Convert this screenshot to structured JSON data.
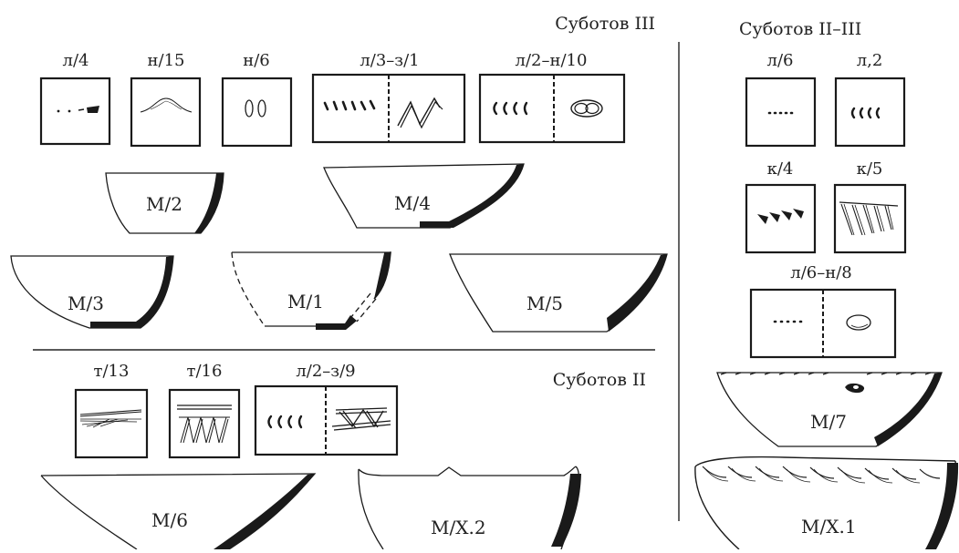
{
  "sections": {
    "subotov_3": "Суботов III",
    "subotov_2_3": "Суботов II–III",
    "subotov_2": "Суботов II"
  },
  "motif_labels": {
    "l4": "л/4",
    "n15": "н/15",
    "n6": "н/6",
    "l3_z1": "л/3–з/1",
    "l2_n10": "л/2–н/10",
    "l6": "л/6",
    "l2": "л,2",
    "k4": "к/4",
    "k5": "к/5",
    "l6_n8": "л/6–н/8",
    "t13": "т/13",
    "t16": "т/16",
    "l2_z9": "л/2–з/9"
  },
  "vessel_labels": {
    "m1": "М/1",
    "m2": "М/2",
    "m3": "М/3",
    "m4": "М/4",
    "m5": "М/5",
    "m6": "М/6",
    "m7": "М/7",
    "mx1": "М/X.1",
    "mx2": "М/X.2"
  },
  "colors": {
    "ink": "#1a1a1a",
    "background": "#ffffff"
  }
}
